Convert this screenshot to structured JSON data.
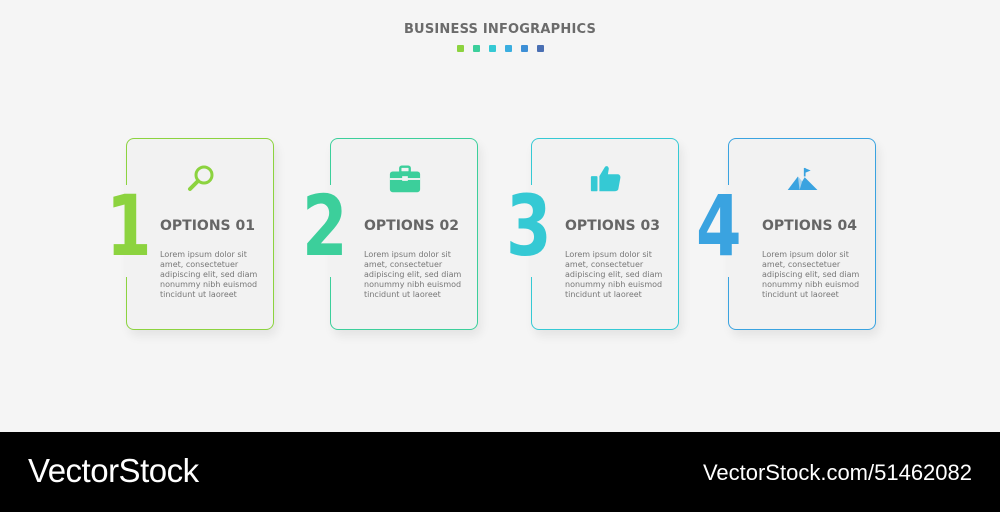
{
  "header": {
    "title": "BUSINESS INFOGRAPHICS",
    "dot_colors": [
      "#8cd33f",
      "#3ccf9b",
      "#35c9d4",
      "#3aaee0",
      "#3d8fd6",
      "#4a6fb3"
    ]
  },
  "options": [
    {
      "number": "1",
      "title": "OPTIONS 01",
      "body": "Lorem ipsum dolor sit amet, consectetuer adipiscing elit, sed diam nonummy nibh euismod tincidunt ut laoreet",
      "icon": "magnifier-icon",
      "color": "#8cd33f"
    },
    {
      "number": "2",
      "title": "OPTIONS 02",
      "body": "Lorem ipsum dolor sit amet, consectetuer adipiscing elit, sed diam nonummy nibh euismod tincidunt ut laoreet",
      "icon": "briefcase-icon",
      "color": "#3ccf9b"
    },
    {
      "number": "3",
      "title": "OPTIONS 03",
      "body": "Lorem ipsum dolor sit amet, consectetuer adipiscing elit, sed diam nonummy nibh euismod tincidunt ut laoreet",
      "icon": "thumbs-up-icon",
      "color": "#35c9d4"
    },
    {
      "number": "4",
      "title": "OPTIONS 04",
      "body": "Lorem ipsum dolor sit amet, consectetuer adipiscing elit, sed diam nonummy nibh euismod tincidunt ut laoreet",
      "icon": "mountain-flag-icon",
      "color": "#3aa3e0"
    }
  ],
  "footer": {
    "brand": "VectorStock",
    "image_id": "VectorStock.com/51462082"
  }
}
